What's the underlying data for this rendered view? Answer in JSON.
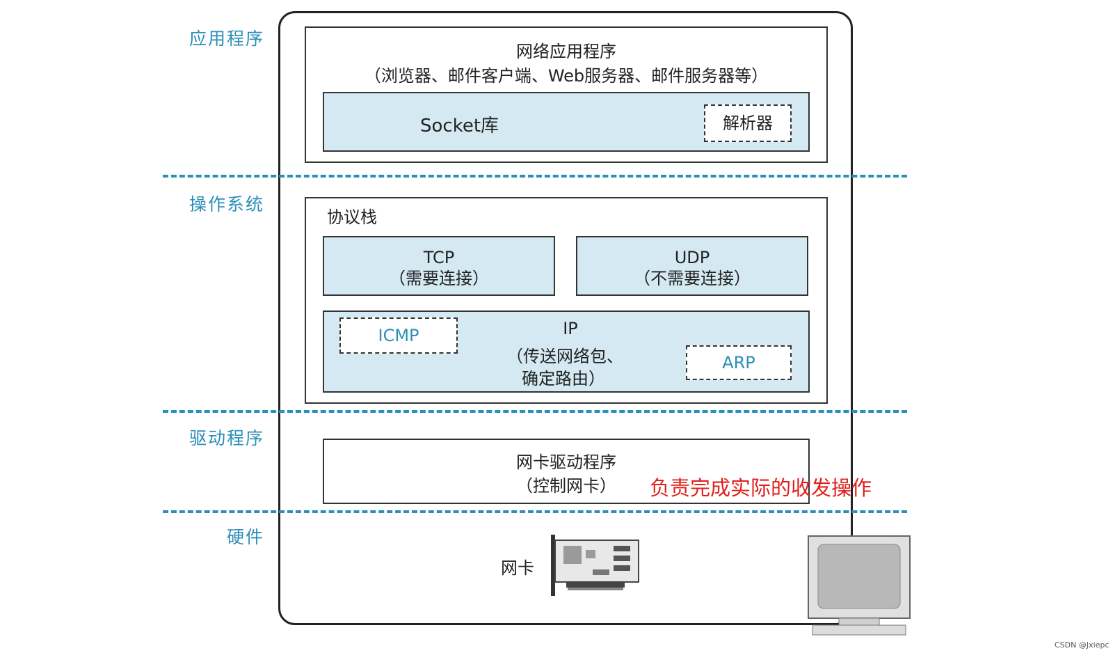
{
  "layers": {
    "application": "应用程序",
    "os": "操作系统",
    "driver": "驱动程序",
    "hardware": "硬件"
  },
  "app_box": {
    "title": "网络应用程序",
    "subtitle": "（浏览器、邮件客户端、Web服务器、邮件服务器等）",
    "socket": "Socket库",
    "resolver": "解析器"
  },
  "protocol_stack": {
    "title": "协议栈",
    "tcp": {
      "name": "TCP",
      "desc": "（需要连接）"
    },
    "udp": {
      "name": "UDP",
      "desc": "（不需要连接）"
    },
    "ip": {
      "name": "IP",
      "desc1": "（传送网络包、",
      "desc2": "确定路由）"
    },
    "icmp": "ICMP",
    "arp": "ARP"
  },
  "driver_box": {
    "title": "网卡驱动程序",
    "desc": "（控制网卡）",
    "note": "负责完成实际的收发操作"
  },
  "hardware": {
    "nic": "网卡"
  },
  "watermark": "CSDN @Jxiepc",
  "colors": {
    "layer_blue": "#2b8fb8",
    "box_fill": "#d5e9f2",
    "note_red": "#e0201c"
  }
}
